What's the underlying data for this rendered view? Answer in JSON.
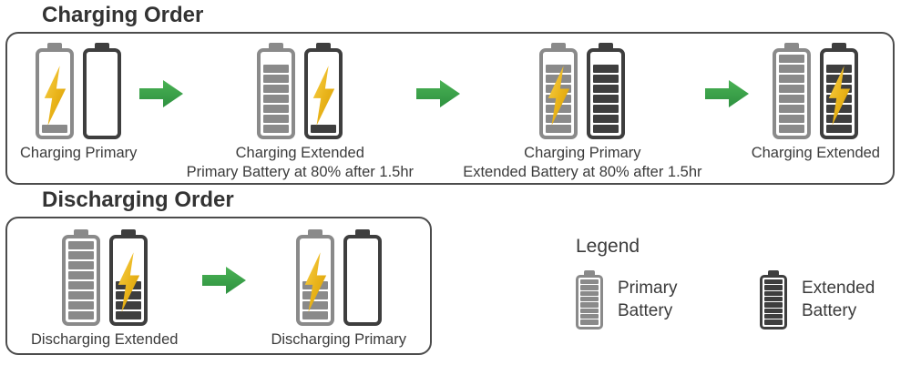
{
  "charging": {
    "title": "Charging Order",
    "stages": [
      {
        "label": "Charging Primary",
        "sublabel": "",
        "primary": {
          "type": "primary",
          "capacity": 8,
          "segments": 1,
          "bolt": true
        },
        "extended": {
          "type": "extended",
          "capacity": 8,
          "segments": 0,
          "bolt": false
        }
      },
      {
        "label": "Charging Extended",
        "sublabel": "Primary Battery at 80% after 1.5hr",
        "primary": {
          "type": "primary",
          "capacity": 8,
          "segments": 7,
          "bolt": false
        },
        "extended": {
          "type": "extended",
          "capacity": 8,
          "segments": 1,
          "bolt": true
        }
      },
      {
        "label": "Charging Primary",
        "sublabel": "Extended Battery at 80% after 1.5hr",
        "primary": {
          "type": "primary",
          "capacity": 8,
          "segments": 7,
          "bolt": true
        },
        "extended": {
          "type": "extended",
          "capacity": 8,
          "segments": 7,
          "bolt": false
        }
      },
      {
        "label": "Charging Extended",
        "sublabel": "",
        "primary": {
          "type": "primary",
          "capacity": 8,
          "segments": 8,
          "bolt": false
        },
        "extended": {
          "type": "extended",
          "capacity": 8,
          "segments": 7,
          "bolt": true
        }
      }
    ]
  },
  "discharging": {
    "title": "Discharging Order",
    "stages": [
      {
        "label": "Discharging Extended",
        "primary": {
          "type": "primary",
          "capacity": 8,
          "segments": 8,
          "bolt": false
        },
        "extended": {
          "type": "extended",
          "capacity": 8,
          "segments": 4,
          "bolt": true
        }
      },
      {
        "label": "Discharging Primary",
        "primary": {
          "type": "primary",
          "capacity": 8,
          "segments": 4,
          "bolt": true
        },
        "extended": {
          "type": "extended",
          "capacity": 8,
          "segments": 0,
          "bolt": false
        }
      }
    ]
  },
  "legend": {
    "title": "Legend",
    "items": [
      {
        "label": "Primary Battery",
        "battery": {
          "type": "primary",
          "capacity": 8,
          "segments": 8,
          "bolt": false
        }
      },
      {
        "label": "Extended Battery",
        "battery": {
          "type": "extended",
          "capacity": 8,
          "segments": 8,
          "bolt": false
        }
      }
    ]
  },
  "colors": {
    "primary_battery": "#8a8a8a",
    "extended_battery": "#3e3e3e",
    "arrow_green": "#35a24a",
    "bolt_gold": "#e8b411",
    "text": "#3b3b3b"
  }
}
